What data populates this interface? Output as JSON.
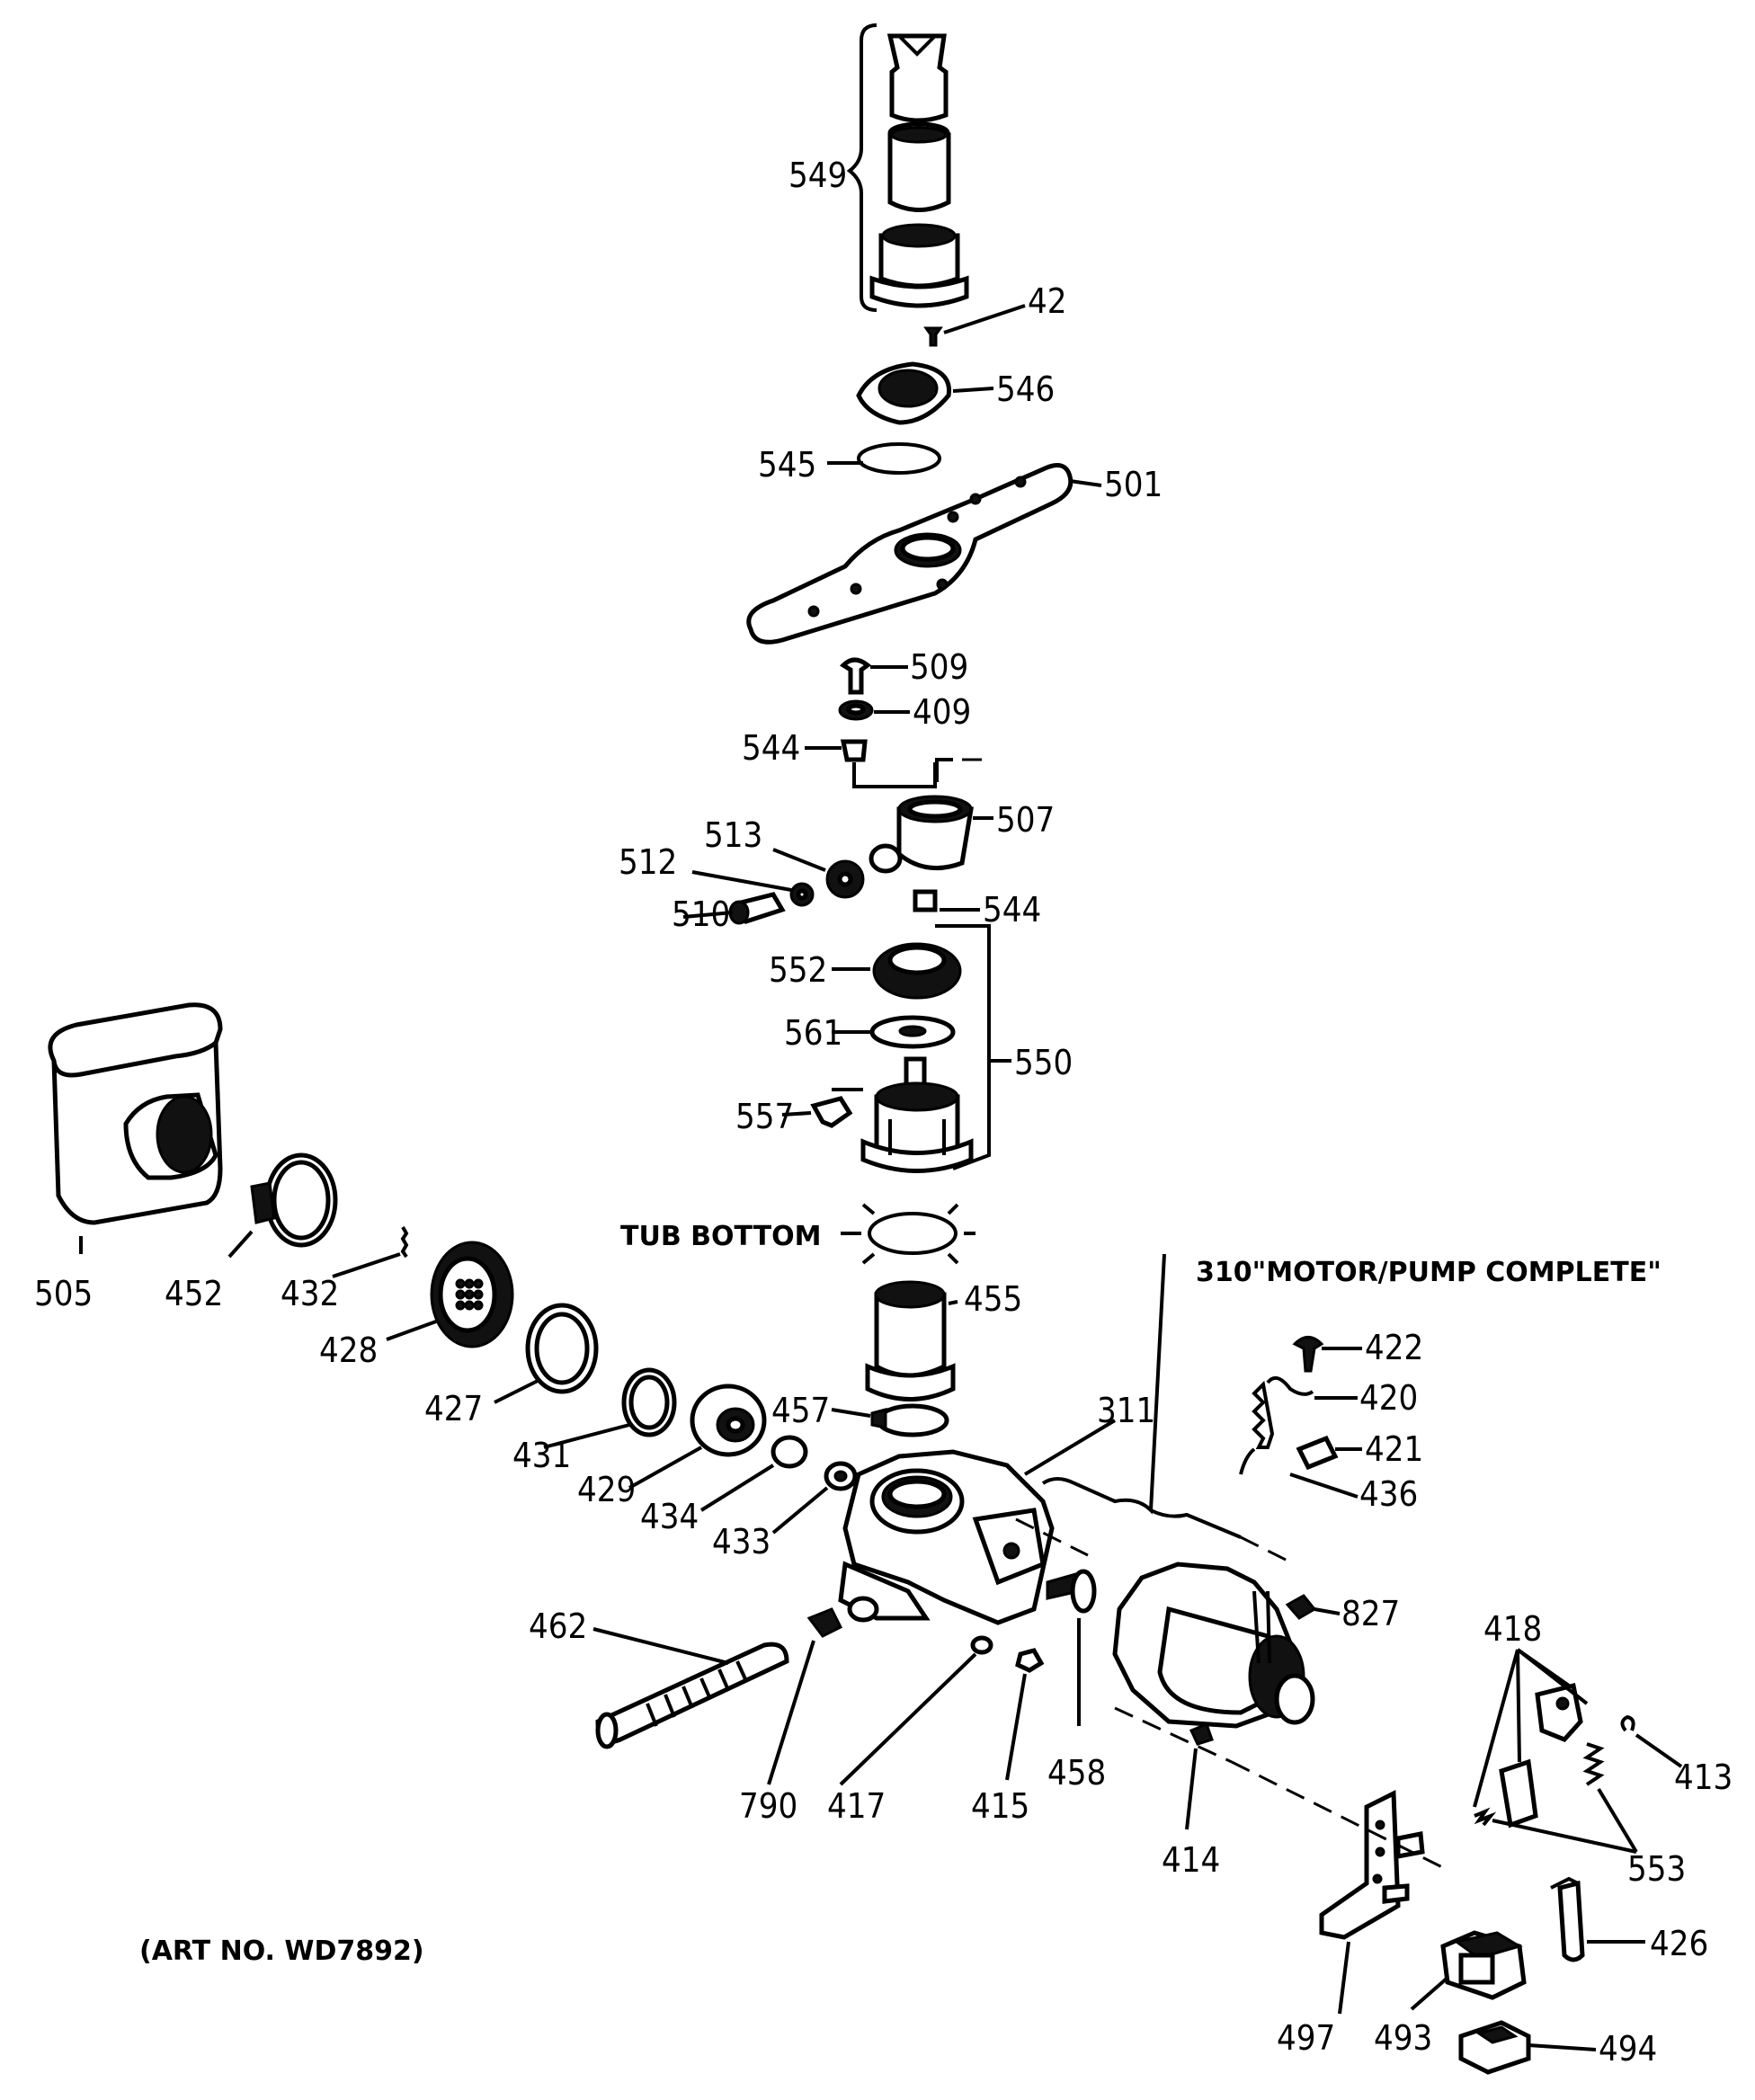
{
  "diagram": {
    "art_number": "(ART NO. WD7892)",
    "tub_bottom": "TUB BOTTOM",
    "motor_pump_complete": "310\"MOTOR/PUMP COMPLETE\"",
    "labels": {
      "p549": "549",
      "p42": "42",
      "p546": "546",
      "p545": "545",
      "p501": "501",
      "p509": "509",
      "p409": "409",
      "p544a": "544",
      "p507": "507",
      "p513": "513",
      "p512": "512",
      "p510": "510",
      "p544b": "544",
      "p552": "552",
      "p561": "561",
      "p550": "550",
      "p557": "557",
      "p505": "505",
      "p452": "452",
      "p432": "432",
      "p428": "428",
      "p455": "455",
      "p427": "427",
      "p431": "431",
      "p429": "429",
      "p457": "457",
      "p311": "311",
      "p434": "434",
      "p433": "433",
      "p422": "422",
      "p420": "420",
      "p421": "421",
      "p436": "436",
      "p462": "462",
      "p827": "827",
      "p418": "418",
      "p790": "790",
      "p417": "417",
      "p415": "415",
      "p458": "458",
      "p414": "414",
      "p413": "413",
      "p553": "553",
      "p426": "426",
      "p497": "497",
      "p493": "493",
      "p494": "494"
    }
  }
}
